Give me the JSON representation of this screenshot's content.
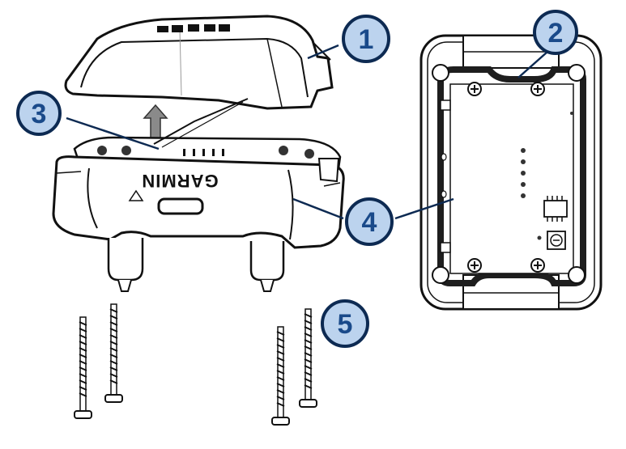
{
  "brand": "GARMIN",
  "callouts": [
    {
      "number": "1"
    },
    {
      "number": "2"
    },
    {
      "number": "3"
    },
    {
      "number": "4"
    },
    {
      "number": "5"
    }
  ],
  "colors": {
    "callout_fill": "#bcd3ee",
    "callout_stroke": "#0d2a52",
    "callout_text": "#1a4a8a",
    "outline": "#111111",
    "body_fill": "#ffffff",
    "gasket": "#1e1e1e"
  }
}
